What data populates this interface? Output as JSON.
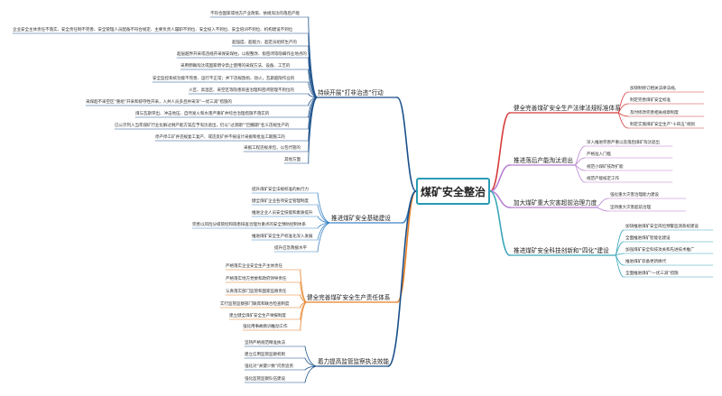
{
  "central": "煤矿安全整治",
  "colors": {
    "center_border": "#2a9bb5",
    "dark_blue": "#1a4f8a",
    "blue": "#3d85c6",
    "orange": "#e67e22",
    "red": "#d63b3b",
    "purple": "#b97fd1",
    "teal": "#3aa6b9"
  },
  "branches": [
    {
      "label": "持续开展“打非治违”行动",
      "leaves": [
        "不符合国家或地方产业政策、依规淘汰的落后产能",
        "企业安全主体责任不落实、安全责任制不完善、安全管理人员配备不符合规定、主要负责人履职不到位、安全投入不到位、安全培训不到位、机构建设不到位",
        "超强度、超能力、超定员组织生产的",
        "超层越界开采或违规开采保安煤柱，以假整改、假密闭等隐瞒作业地点的",
        "采用明确淘汰或国家明令禁止使用的采煤方法、设备、工艺的",
        "安全监控系统功能不完善、运行不正常；井下违规放炮、动火，瓦斯超限作业的",
        "火区、高温区、采空区等隐患辨查治理和密闭管理不到位的",
        "采煤超不采空区“重组”开采和掠夺性开采，入井人员多且井采深“一优三减”措施的",
        "煤与瓦斯突出、冲击地压、自然发火和水害严重矿井综合治理措施不落实的",
        "已公示列入当年煤矿行业化解过剩产能方案应予淘汰退出，仍以“过渡期”“回撤期”名义违规生产的",
        "停产停工矿井违规复工复产、或违反矿井不按设计采掘和批准工期施工的",
        "采掘工程违规承包，以包代管的",
        "其他方面"
      ]
    },
    {
      "label": "推进煤矿安全基础建设",
      "leaves": [
        "提升煤矿安全法规标准的执行力",
        "健全煤矿企业各项安全管理制度",
        "推进企业人员安全技能和素质提升",
        "完善以风险分级管控和隐患排查治理为重点的安全预防控制体系",
        "推进煤矿安全生产标准化深入发展",
        "提升应急救援水平"
      ]
    },
    {
      "label": "健全完善煤矿安全生产责任体系",
      "leaves": [
        "严格落实企业安全生产主体责任",
        "严格落实地方党委和政府领导责任",
        "认真落实部门监管和国家监察责任",
        "实行监管监察部门联席和联合检查制度",
        "建立健全煤矿安全生产举报制度",
        "强化用事故教训推动工作"
      ]
    },
    {
      "label": "着力提高监管监察执法效能",
      "leaves": [
        "坚持严格规范精准执法",
        "建立信用监管监察机制",
        "强化对“关键少数”问责追责",
        "强化监管监察队伍建设"
      ]
    },
    {
      "label": "健全完善煤矿安全生产法律法规标准体系",
      "leaves": [
        "加快制修订相关法律法规。",
        "制定完善煤矿安全标准",
        "及时修改完善相关规章制度",
        "制定实施煤矿安全生产“十四五”规划"
      ]
    },
    {
      "label": "推进落后产能淘汰退出",
      "leaves": [
        "深入推进完善严重以及落后煤矿淘汰退出",
        "严格准入门槛",
        "规范小煤矿技改扩能",
        "规范产能核定工作"
      ]
    },
    {
      "label": "加大煤矿重大灾害超前治理力度",
      "leaves": [
        "强化重大灾害治理能力建设",
        "坚持重大灾害超前治理"
      ]
    },
    {
      "label": "推进煤矿安全科技创新和“四化”建设",
      "leaves": [
        "加快推进煤矿安全风险预警监测系统建设",
        "全面推进煤矿智能化建设",
        "加强煤矿安全科技攻关和先进技术推广",
        "推进煤矿装备更新换代",
        "全面推进煤矿“一优三减”措施"
      ]
    }
  ]
}
